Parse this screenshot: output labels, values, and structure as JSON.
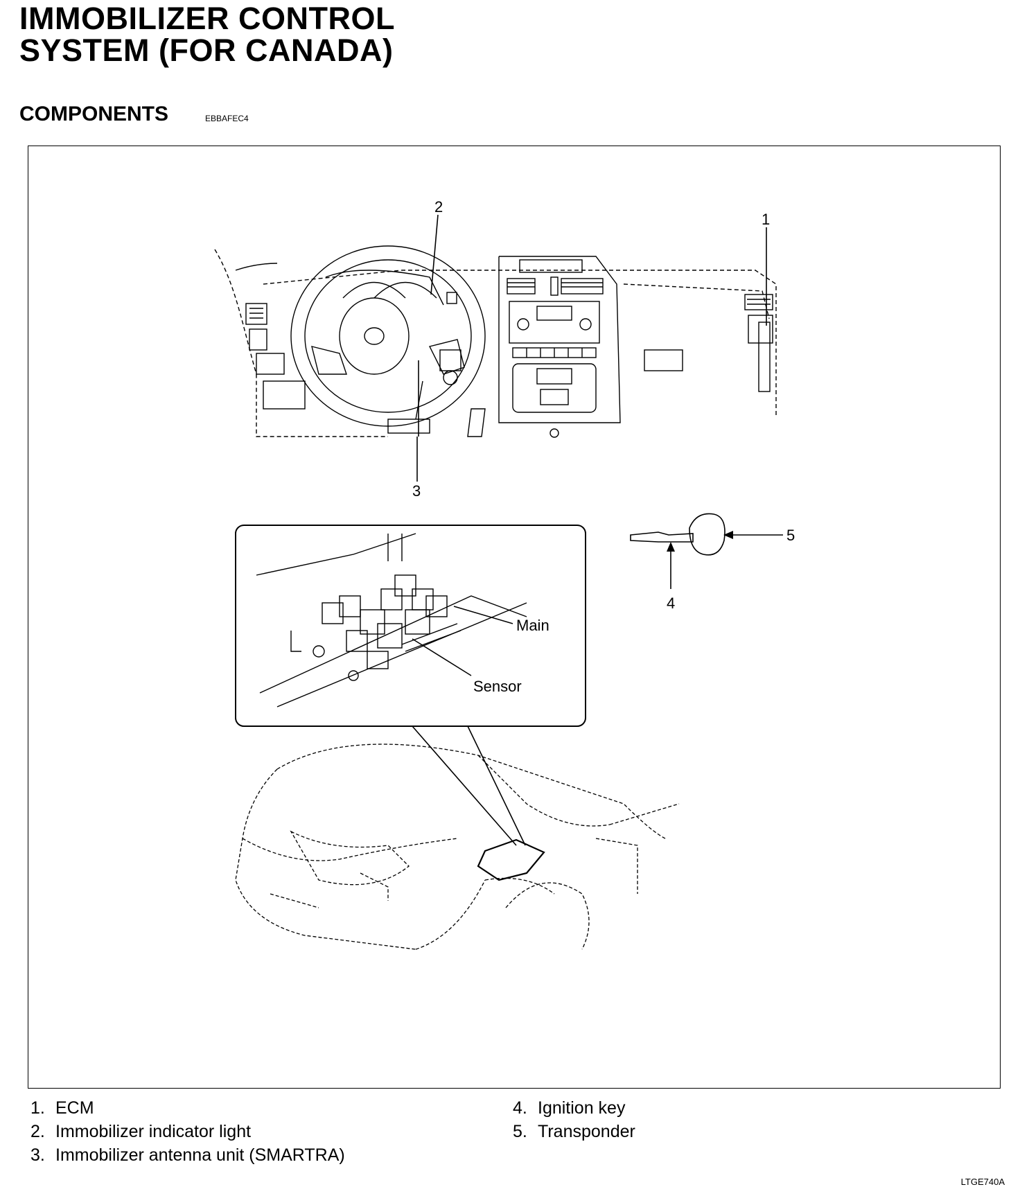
{
  "title_line1": "IMMOBILIZER CONTROL",
  "title_line2": "SYSTEM (FOR CANADA)",
  "section": "COMPONENTS",
  "code": "EBBAFEC4",
  "callouts": {
    "c1": "1",
    "c2": "2",
    "c3": "3",
    "c4": "4",
    "c5": "5"
  },
  "labels": {
    "main": "Main",
    "sensor": "Sensor"
  },
  "legend": [
    {
      "num": "1.",
      "text": "ECM"
    },
    {
      "num": "2.",
      "text": "Immobilizer indicator light"
    },
    {
      "num": "3.",
      "text": "Immobilizer antenna unit (SMARTRA)"
    },
    {
      "num": "4.",
      "text": "Ignition key"
    },
    {
      "num": "5.",
      "text": "Transponder"
    }
  ],
  "figure_id": "LTGE740A"
}
